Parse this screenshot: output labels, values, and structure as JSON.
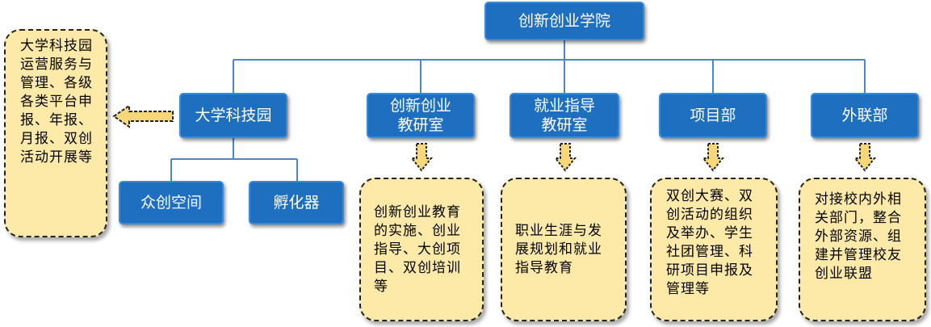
{
  "root": {
    "label": "创新创业学院"
  },
  "departments": [
    {
      "label": "大学科技园"
    },
    {
      "label": "创新创业\n教研室"
    },
    {
      "label": "就业指导\n教研室"
    },
    {
      "label": "项目部"
    },
    {
      "label": "外联部"
    }
  ],
  "sub_units": [
    {
      "label": "众创空间"
    },
    {
      "label": "孵化器"
    }
  ],
  "descriptions": {
    "science_park": "大学科技园运营服务与管理、各级各类平台申报、年报、月报、双创活动开展等",
    "innovation_teaching": "创新创业教育的实施、创业指导、大创项目、双创培训等",
    "employment_teaching": "职业生涯与发展规划和就业指导教育",
    "project_dept": "双创大赛、双创活动的组织及举办、学生社团管理、科研项目申报及管理等",
    "liaison_dept": "对接校内外相关部门，整合外部资源、组建并管理校友创业联盟"
  },
  "colors": {
    "node_fill": "#1f6fc0",
    "connector": "#4a86c8",
    "note_fill": "#fde9a8",
    "arrow_fill": "#f6d77a"
  }
}
